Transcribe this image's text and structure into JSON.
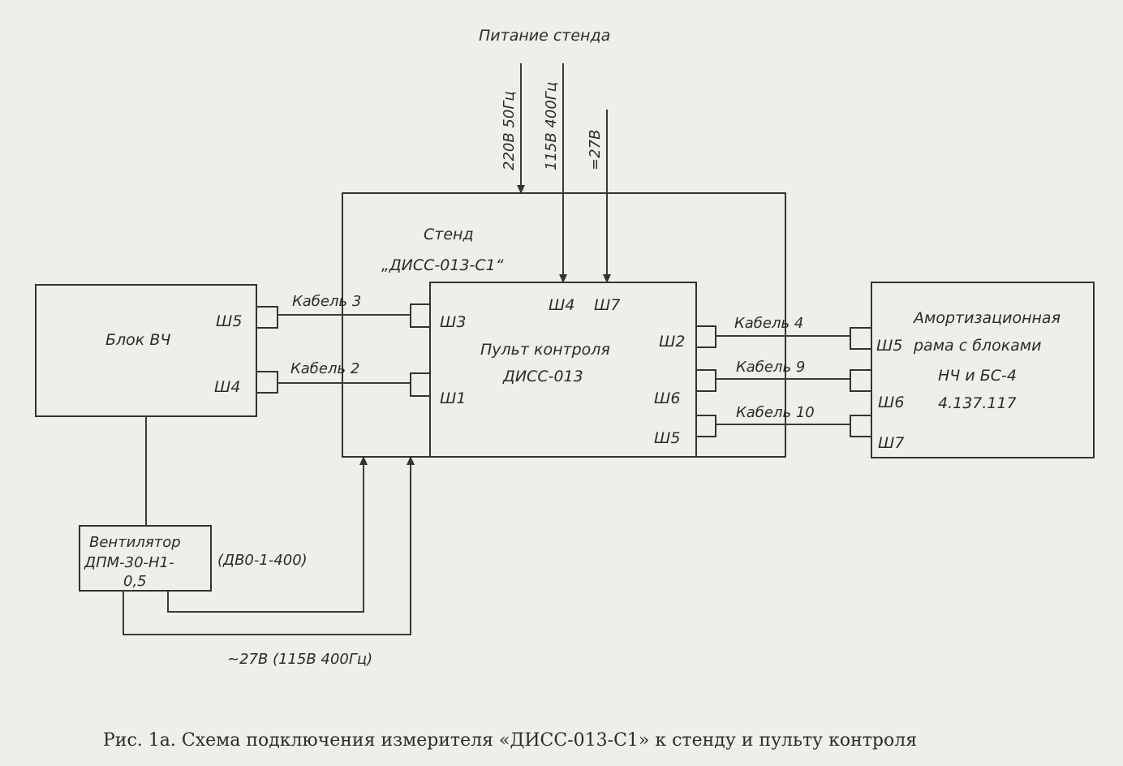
{
  "title": "Питание стенда",
  "power": {
    "v220": "220В 50Гц",
    "v115": "115В 400Гц",
    "v27": "=27В"
  },
  "stand": {
    "line1": "Стенд",
    "line2": "„ДИСС-013-С1“"
  },
  "blok": {
    "label": "Блок ВЧ",
    "sh5": "Ш5",
    "sh4": "Ш4"
  },
  "pult": {
    "label1": "Пульт контроля",
    "label2": "ДИСС-013",
    "sh4": "Ш4",
    "sh7": "Ш7",
    "sh3": "Ш3",
    "sh1": "Ш1",
    "sh2": "Ш2",
    "sh6": "Ш6",
    "sh5": "Ш5"
  },
  "rama": {
    "line1": "Амортизационная",
    "line2": "рама с блоками",
    "line3": "НЧ и БС-4",
    "line4": "4.137.117",
    "sh5": "Ш5",
    "sh6": "Ш6",
    "sh7": "Ш7"
  },
  "cables": {
    "c3": "Кабель 3",
    "c2": "Кабель 2",
    "c4": "Кабель 4",
    "c9": "Кабель 9",
    "c10": "Кабель 10"
  },
  "fan": {
    "line1": "Вентилятор",
    "line2": "ДПМ-30-Н1-",
    "line3": "0,5",
    "alt": "(ДВ0-1-400)"
  },
  "bottom_supply": "~27В (115В 400Гц)",
  "caption": "Рис. 1а. Схема подключения измерителя «ДИСС-013-С1» к стенду и пульту контроля"
}
